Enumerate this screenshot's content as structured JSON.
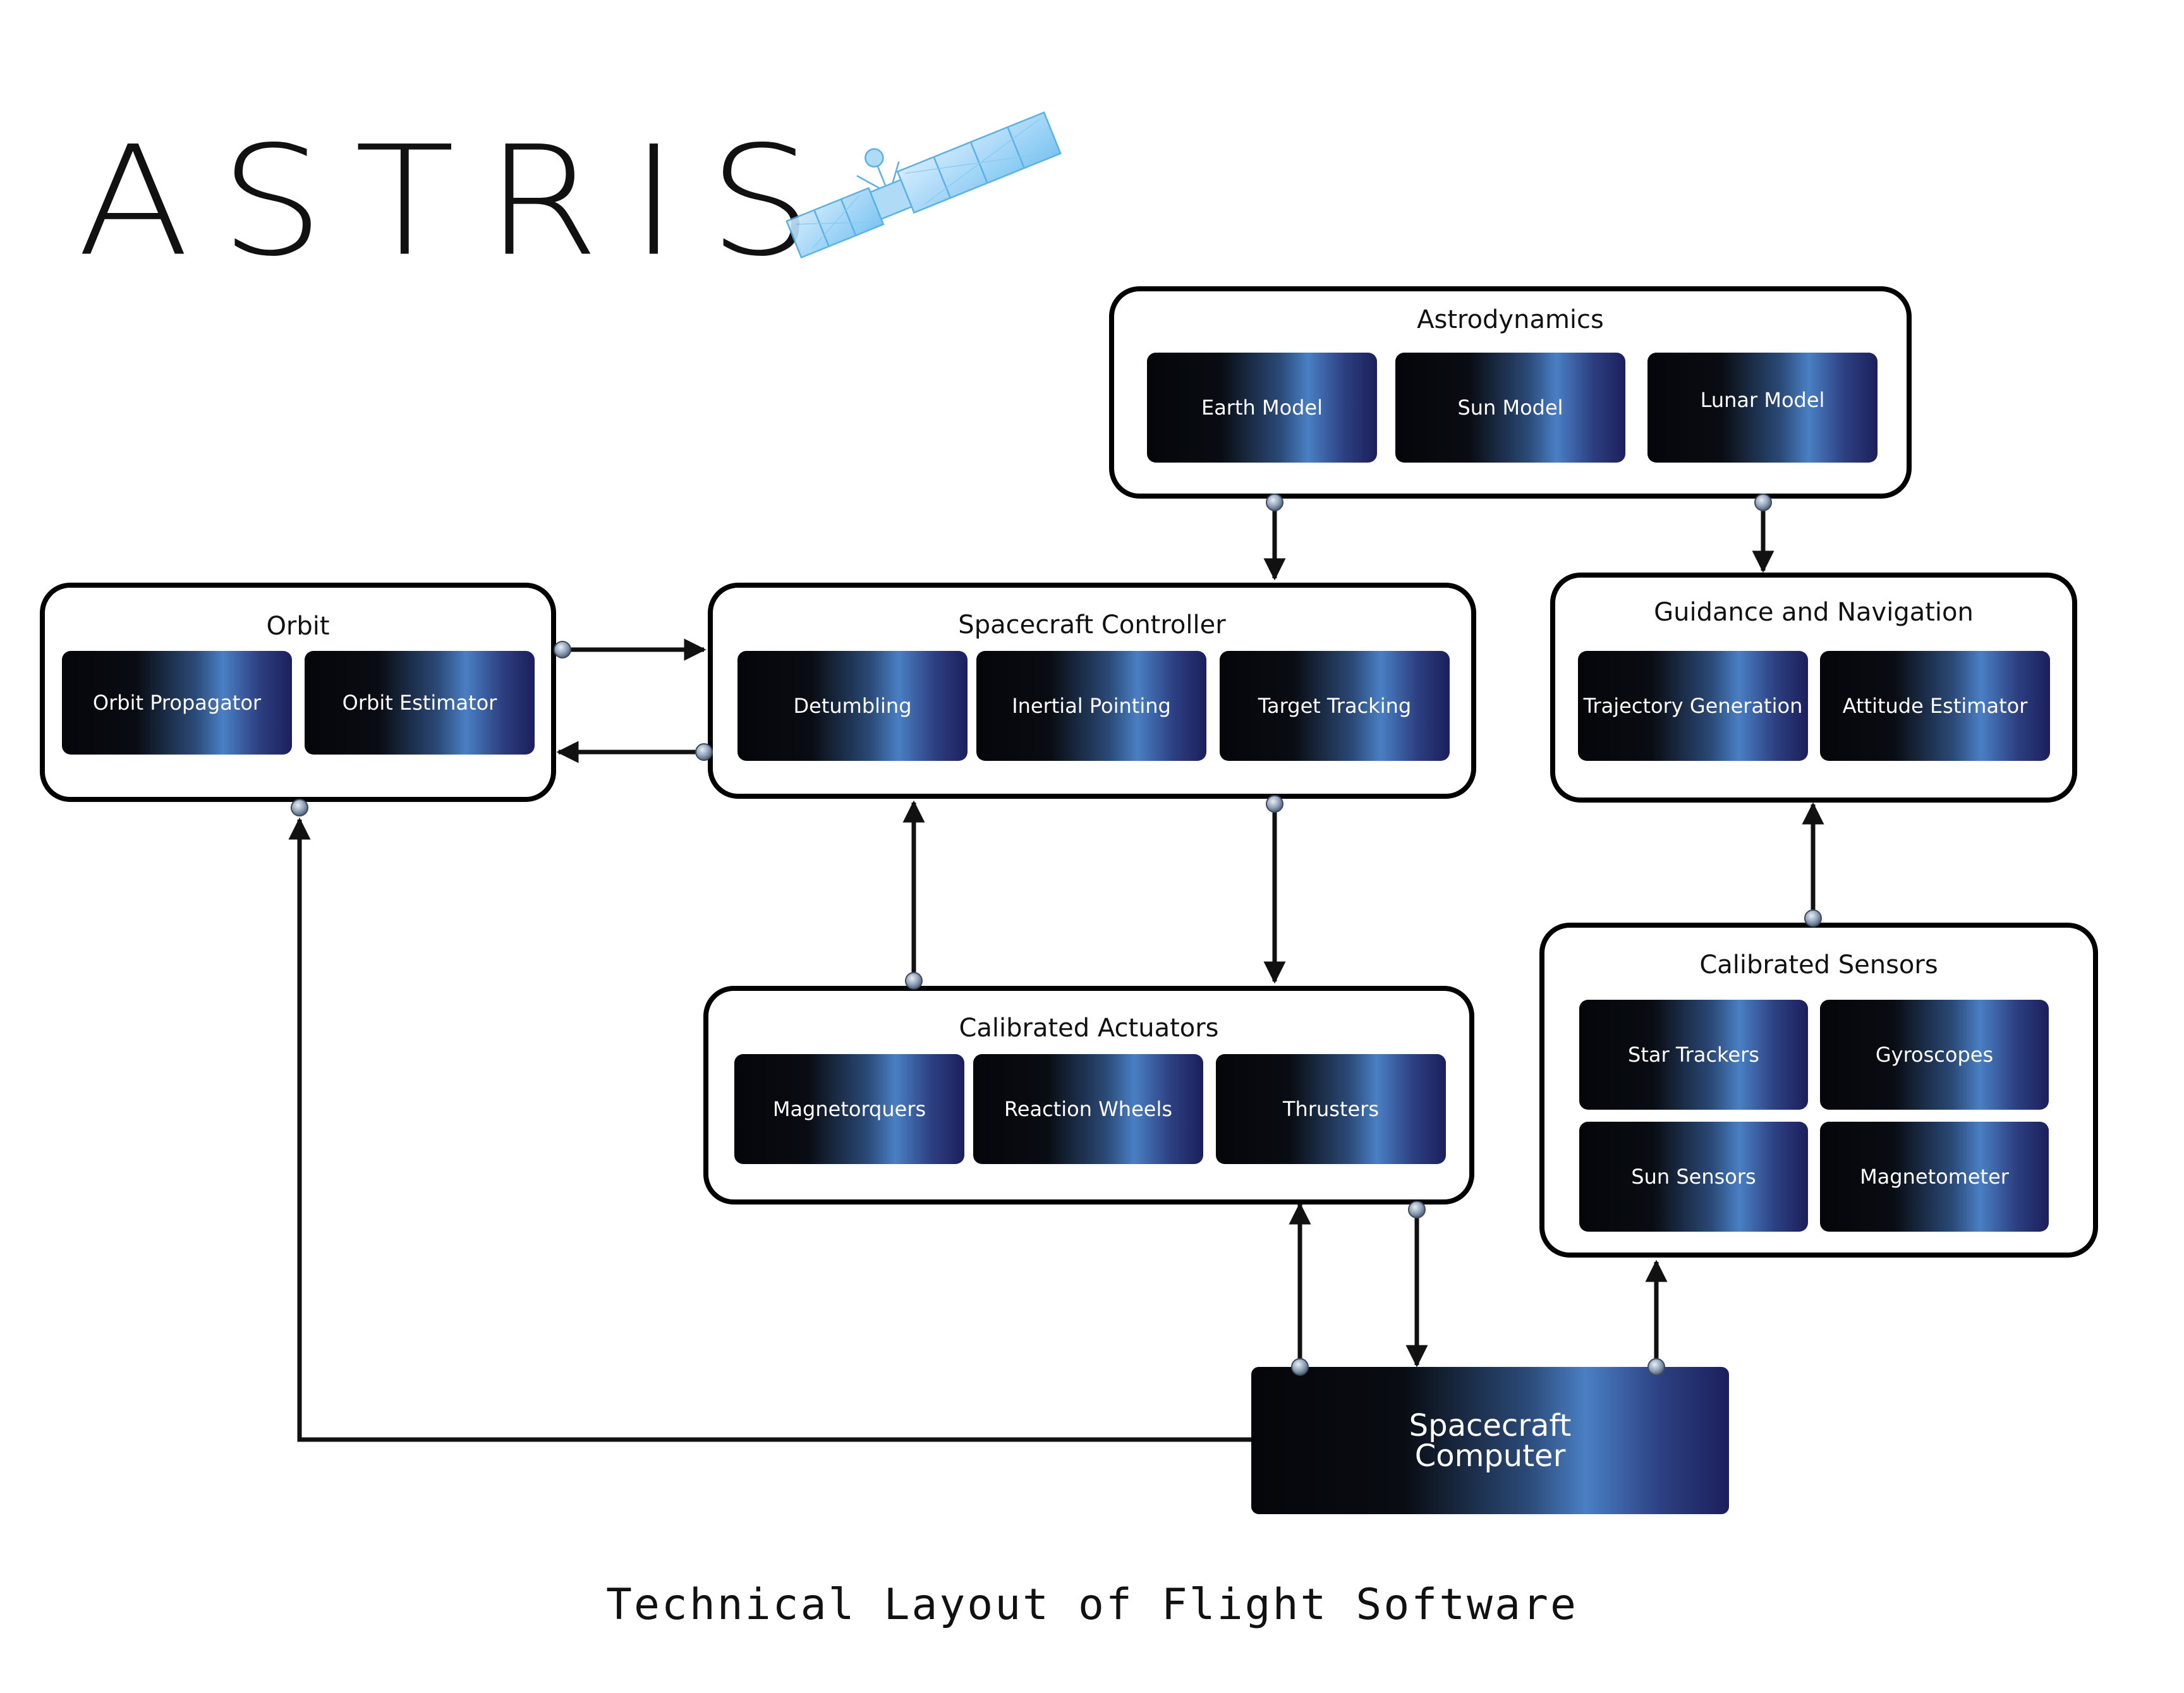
{
  "brand": {
    "wordmark": "ASTRIS",
    "logo_icon": "satellite-icon"
  },
  "caption": "Technical Layout of Flight Software",
  "colors": {
    "box_border": "#000000",
    "wire": "#111111",
    "gradient_dark": "#05070b",
    "gradient_light": "#4a7fc4",
    "gradient_navy": "#1c1f5c",
    "connector_dot": "#8fa1b8"
  },
  "groups": {
    "astrodynamics": {
      "title": "Astrodynamics",
      "modules": [
        "Earth Model",
        "Sun Model",
        "Lunar Model"
      ]
    },
    "orbit": {
      "title": "Orbit",
      "modules": [
        "Orbit Propagator",
        "Orbit Estimator"
      ]
    },
    "spacecraft_controller": {
      "title": "Spacecraft Controller",
      "modules": [
        "Detumbling",
        "Inertial Pointing",
        "Target Tracking"
      ]
    },
    "guidance_navigation": {
      "title": "Guidance and Navigation",
      "modules": [
        "Trajectory Generation",
        "Attitude Estimator"
      ]
    },
    "calibrated_actuators": {
      "title": "Calibrated Actuators",
      "modules": [
        "Magnetorquers",
        "Reaction Wheels",
        "Thrusters"
      ]
    },
    "calibrated_sensors": {
      "title": "Calibrated Sensors",
      "modules": [
        "Star Trackers",
        "Gyroscopes",
        "Sun Sensors",
        "Magnetometer"
      ]
    }
  },
  "computer": {
    "line1": "Spacecraft",
    "line2": "Computer"
  },
  "connections": [
    {
      "from": "Astrodynamics",
      "to": "Spacecraft Controller"
    },
    {
      "from": "Astrodynamics",
      "to": "Guidance and Navigation"
    },
    {
      "from": "Orbit",
      "to": "Spacecraft Controller"
    },
    {
      "from": "Spacecraft Controller",
      "to": "Orbit"
    },
    {
      "from": "Calibrated Actuators",
      "to": "Spacecraft Controller"
    },
    {
      "from": "Spacecraft Controller",
      "to": "Calibrated Actuators"
    },
    {
      "from": "Calibrated Sensors",
      "to": "Guidance and Navigation"
    },
    {
      "from": "Spacecraft Computer",
      "to": "Calibrated Actuators"
    },
    {
      "from": "Calibrated Actuators",
      "to": "Spacecraft Computer"
    },
    {
      "from": "Spacecraft Computer",
      "to": "Calibrated Sensors"
    },
    {
      "from": "Spacecraft Computer",
      "to": "Orbit"
    }
  ]
}
